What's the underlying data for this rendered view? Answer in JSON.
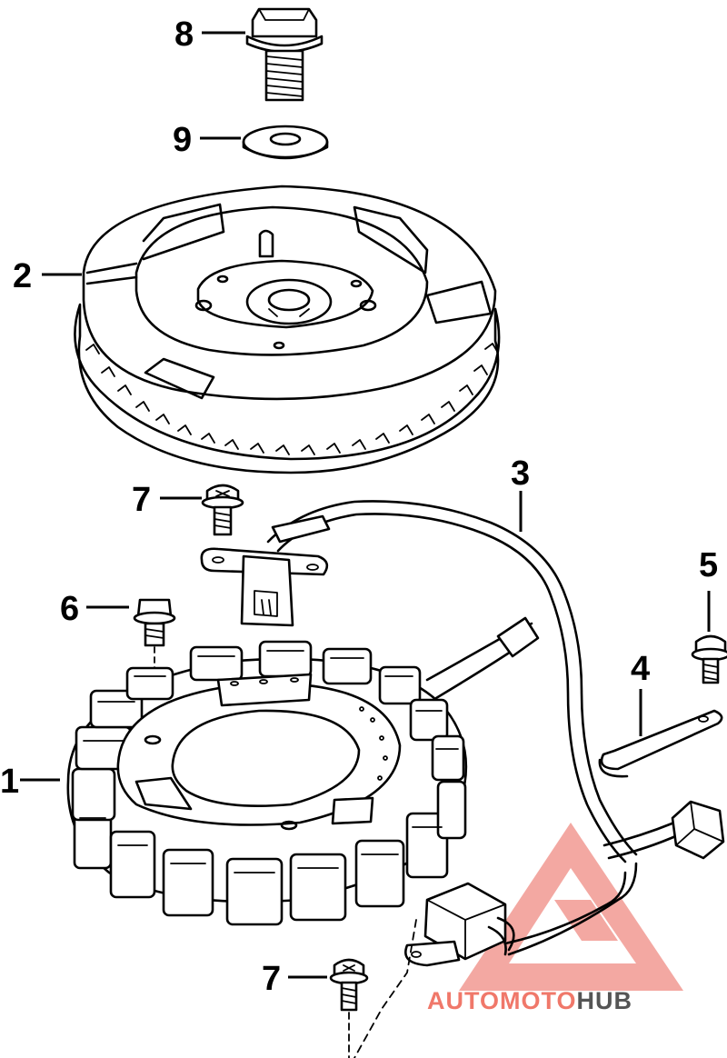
{
  "callouts": [
    {
      "id": "c8",
      "label": "8"
    },
    {
      "id": "c9",
      "label": "9"
    },
    {
      "id": "c2",
      "label": "2"
    },
    {
      "id": "c3",
      "label": "3"
    },
    {
      "id": "c7a",
      "label": "7"
    },
    {
      "id": "c5",
      "label": "5"
    },
    {
      "id": "c6",
      "label": "6"
    },
    {
      "id": "c4",
      "label": "4"
    },
    {
      "id": "c1",
      "label": "1"
    },
    {
      "id": "c7b",
      "label": "7"
    }
  ],
  "watermark": {
    "part1": "AUTOMOTO",
    "part2": "HUB",
    "color_primary": "#f0786a",
    "color_secondary": "#555555",
    "color_logo": "#f29a92"
  }
}
